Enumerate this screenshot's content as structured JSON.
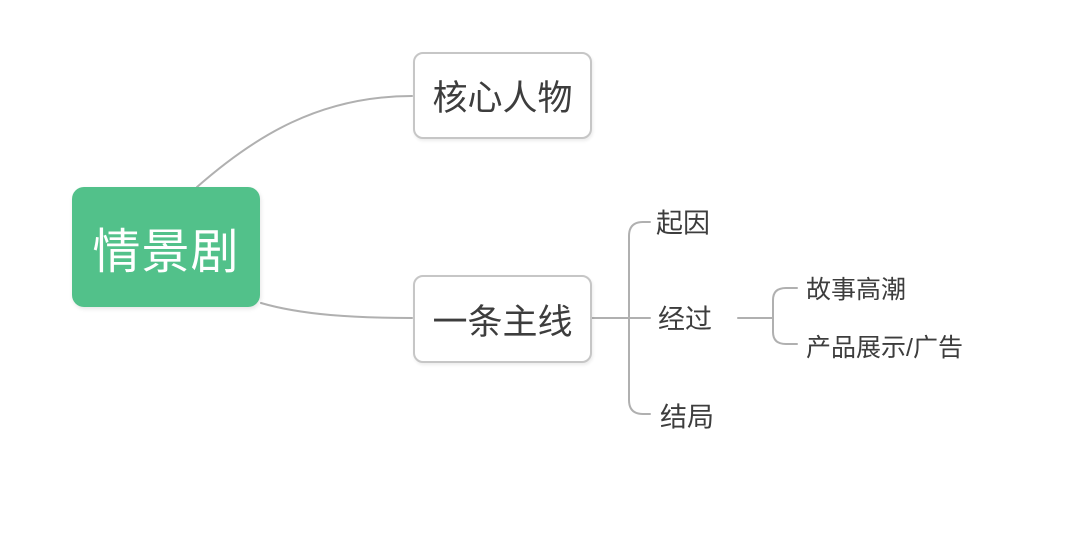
{
  "mindmap": {
    "root": {
      "label": "情景剧"
    },
    "children": [
      {
        "label": "核心人物"
      },
      {
        "label": "一条主线",
        "children": [
          {
            "label": "起因"
          },
          {
            "label": "经过",
            "children": [
              {
                "label": "故事高潮"
              },
              {
                "label": "产品展示/广告"
              }
            ]
          },
          {
            "label": "结局"
          }
        ]
      }
    ]
  },
  "colors": {
    "canvas-bg": "#ffffff",
    "root-fill": "#52c18a",
    "root-text": "#ffffff",
    "node-border": "#c6c6c6",
    "node-text": "#3d3d3d",
    "connector": "#b0b0b0"
  }
}
